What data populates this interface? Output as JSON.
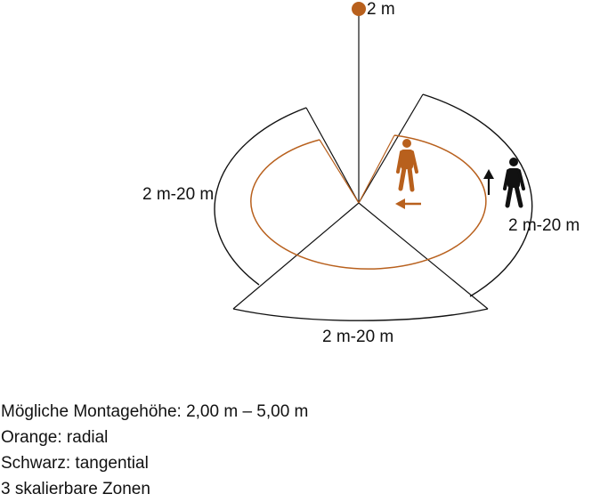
{
  "colors": {
    "orange": "#b8601d",
    "black": "#111111"
  },
  "labels": {
    "height": "2 m",
    "zone_left": "2 m-20 m",
    "zone_right": "2 m-20 m",
    "zone_bottom": "2 m-20 m"
  },
  "icons": {
    "radial_person": "walking-person-icon",
    "radial_arrow": "arrow-left-icon",
    "tangential_person": "walking-person-icon",
    "tangential_arrow": "arrow-up-icon"
  },
  "legend": {
    "mounting": "Mögliche Montagehöhe: 2,00 m – 5,00 m",
    "orange": "Orange: radial",
    "black": "Schwarz: tangential",
    "zones": "3 skalierbare Zonen"
  }
}
